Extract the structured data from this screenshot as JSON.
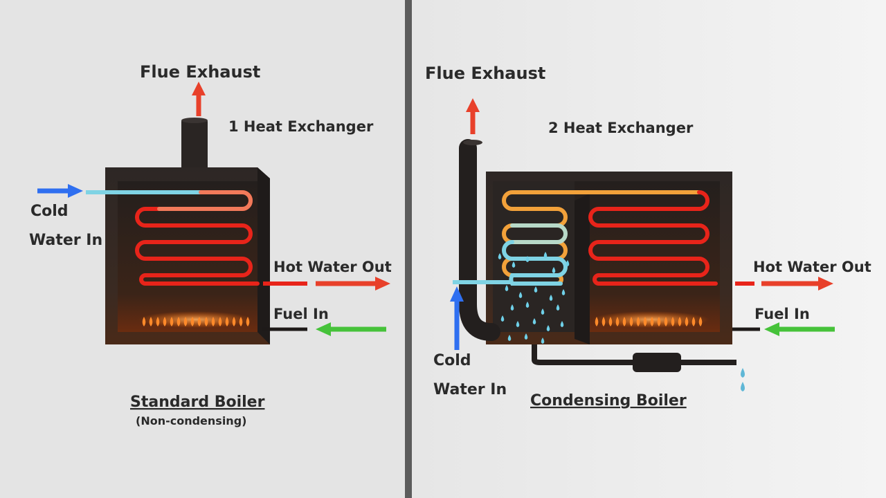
{
  "left_panel": {
    "flue_exhaust": "Flue Exhaust",
    "heat_exchanger": "1 Heat Exchanger",
    "cold_water_line1": "Cold",
    "cold_water_line2": "Water In",
    "hot_water_out": "Hot Water Out",
    "fuel_in": "Fuel In",
    "title": "Standard Boiler",
    "subtitle": "(Non-condensing)"
  },
  "right_panel": {
    "flue_exhaust": "Flue Exhaust",
    "heat_exchanger": "2 Heat Exchanger",
    "cold_water_line1": "Cold",
    "cold_water_line2": "Water In",
    "hot_water_out": "Hot Water Out",
    "fuel_in": "Fuel In",
    "title": "Condensing Boiler"
  },
  "colors": {
    "flue_arrow": "#e8402a",
    "hot_water_arrow": "#e8402a",
    "cold_water_arrow": "#2f6ff0",
    "fuel_arrow": "#46c23a",
    "hot_pipe": "#e8241a",
    "cold_pipe": "#7fd3e4",
    "warm_pipe": "#f2a13a",
    "boiler_body": "#2b2624",
    "flame": "#ff8a2a",
    "divider": "#5a5a5a"
  },
  "icons": [
    "flue-arrow-icon",
    "cold-water-arrow-icon",
    "hot-water-arrow-icon",
    "fuel-arrow-icon",
    "flame-icon",
    "water-drop-icon"
  ]
}
